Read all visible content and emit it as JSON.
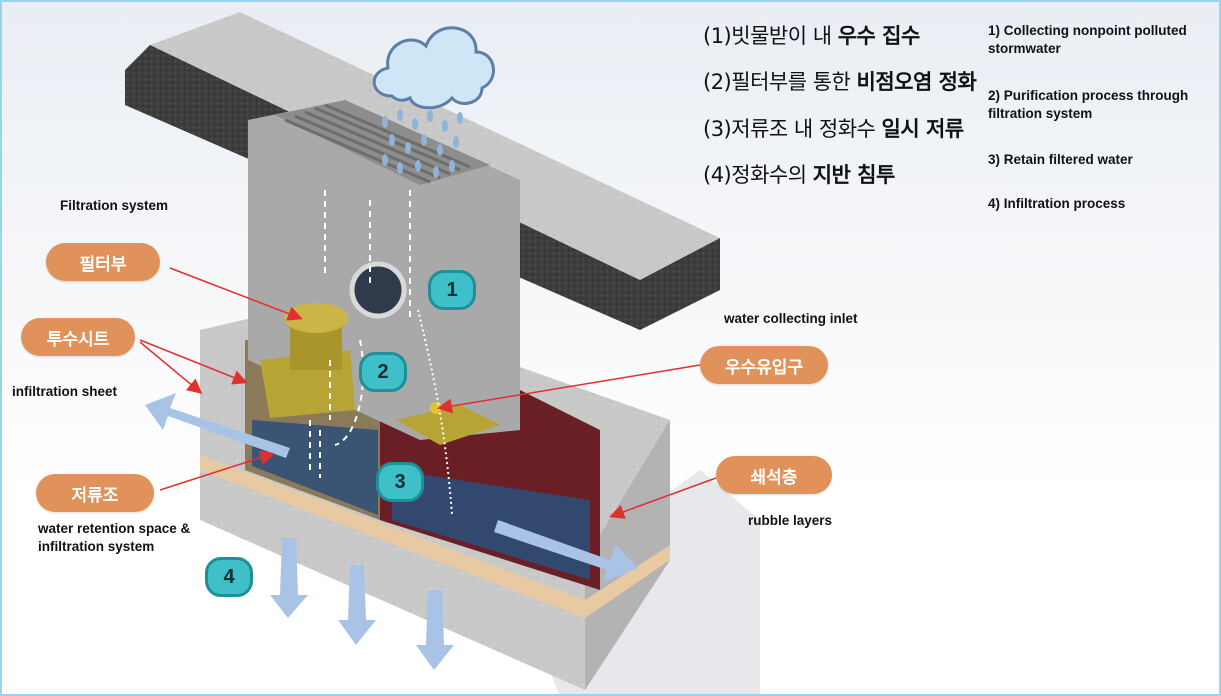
{
  "steps_korean": [
    {
      "pre": "(1)빗물받이 내 ",
      "bold": "우수 집수"
    },
    {
      "pre": "(2)필터부를 통한 ",
      "bold": "비점오염 정화"
    },
    {
      "pre": "(3)저류조 내 정화수 ",
      "bold": "일시 저류"
    },
    {
      "pre": "(4)정화수의 ",
      "bold": "지반 침투"
    }
  ],
  "steps_english": [
    "1) Collecting nonpoint polluted stormwater",
    "2) Purification process through filtration system",
    "3) Retain filtered water",
    "4) Infiltration process"
  ],
  "labels": {
    "filtration_system": "Filtration system",
    "infiltration_sheet": "infiltration sheet",
    "water_retention": "water retention space &\ninfiltration system",
    "water_collecting_inlet": "water collecting inlet",
    "rubble_layers": "rubble layers"
  },
  "pills": {
    "filter": "필터부",
    "sheet": "투수시트",
    "reservoir": "저류조",
    "inlet": "우수유입구",
    "rubble": "쇄석층"
  },
  "numbers": [
    "1",
    "2",
    "3",
    "4"
  ],
  "colors": {
    "pill": "#e0925a",
    "badge": "#3fbfc8",
    "arrow_red": "#e03030",
    "flow_arrow": "#a9c3e6"
  }
}
